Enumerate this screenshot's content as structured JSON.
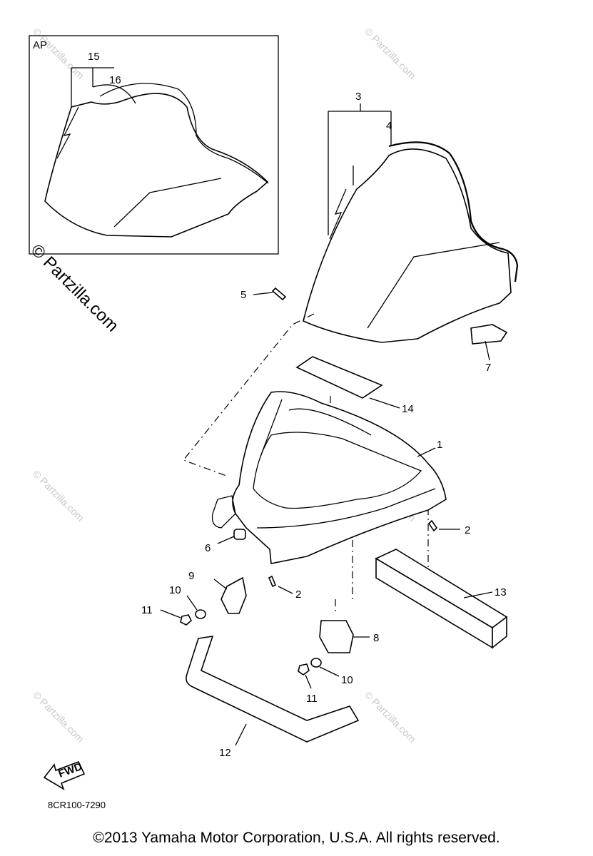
{
  "inset": {
    "label": "AP"
  },
  "callouts": {
    "p1": "1",
    "p2a": "2",
    "p2b": "2",
    "p3": "3",
    "p4": "4",
    "p5": "5",
    "p6": "6",
    "p7": "7",
    "p8": "8",
    "p9": "9",
    "p10a": "10",
    "p10b": "10",
    "p11a": "11",
    "p11b": "11",
    "p12": "12",
    "p13": "13",
    "p14": "14",
    "p15": "15",
    "p16": "16"
  },
  "fwd_arrow": {
    "label": "FWD"
  },
  "diagram_ref": "8CR100-7290",
  "watermark": {
    "text": "© Partzilla.com"
  },
  "copyright": "©2013  Yamaha Motor Corporation, U.S.A. All rights reserved."
}
